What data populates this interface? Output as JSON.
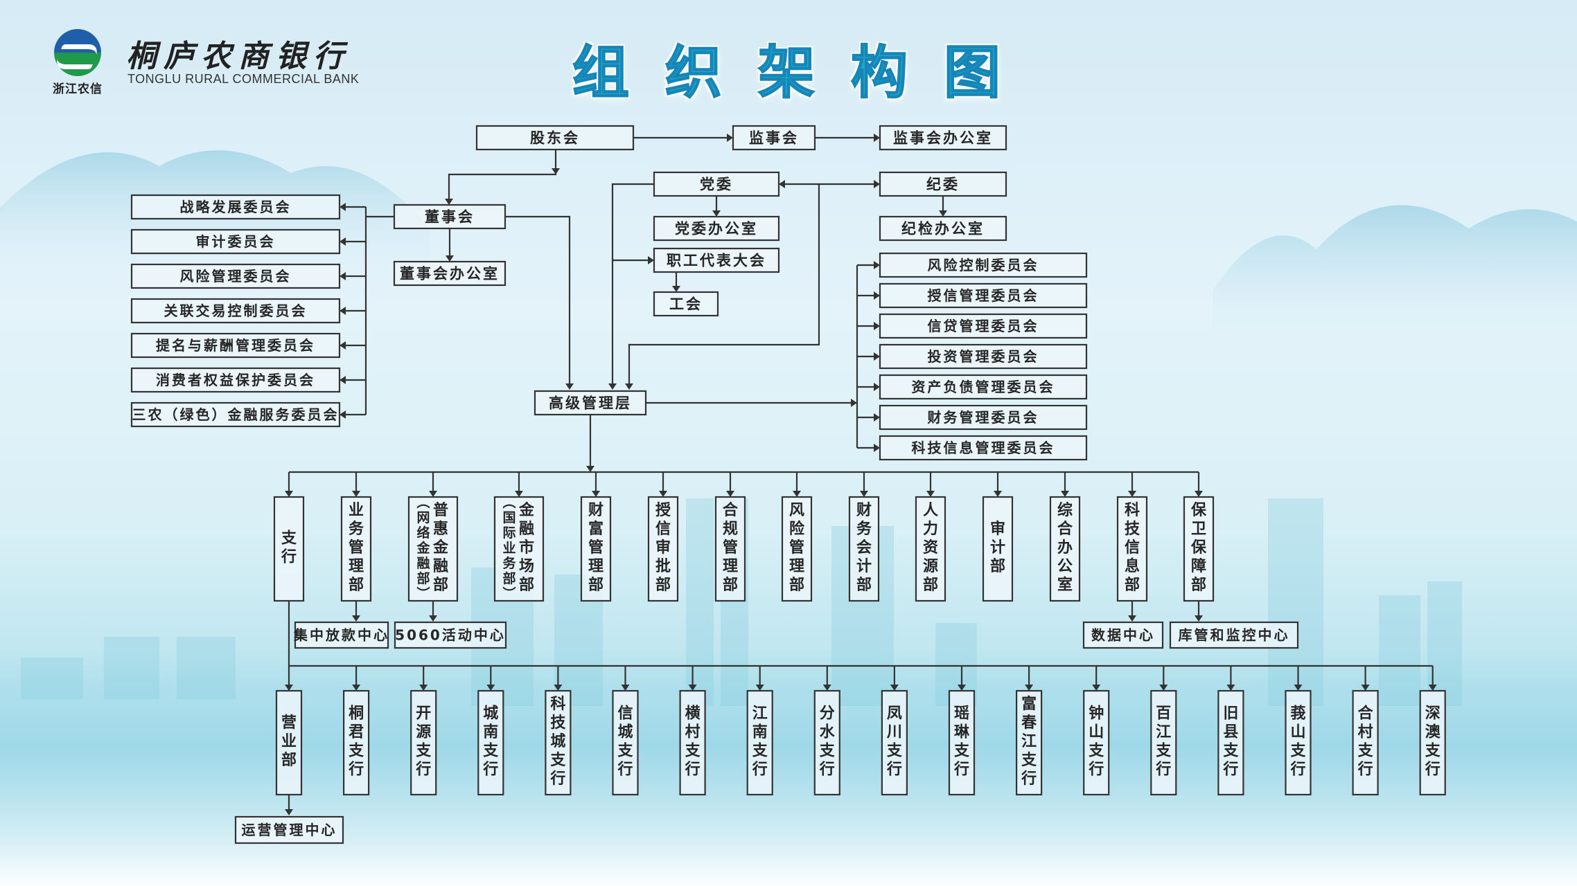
{
  "header": {
    "logo_label": "浙江农信",
    "bank_name_cn": "桐庐农商银行",
    "bank_name_en": "TONGLU RURAL COMMERCIAL BANK",
    "title": "组织架构图"
  },
  "colors": {
    "title": "#1ea7c8",
    "box_border": "#333333",
    "box_fill": "#ecf6fa",
    "logo_blue": "#1f5ea8",
    "logo_green": "#1e9a4a"
  },
  "governance": {
    "shareholders": "股东会",
    "supervisory_board": "监事会",
    "supervisory_office": "监事会办公室",
    "board": "董事会",
    "board_office": "董事会办公室",
    "party_committee": "党委",
    "party_office": "党委办公室",
    "workers_congress": "职工代表大会",
    "trade_union": "工会",
    "discipline_committee": "纪委",
    "discipline_office": "纪检办公室",
    "senior_management": "高级管理层"
  },
  "board_committees": [
    "战略发展委员会",
    "审计委员会",
    "风险管理委员会",
    "关联交易控制委员会",
    "提名与薪酬管理委员会",
    "消费者权益保护委员会",
    "三农（绿色）金融服务委员会"
  ],
  "management_committees": [
    "风险控制委员会",
    "授信管理委员会",
    "信贷管理委员会",
    "投资管理委员会",
    "资产负债管理委员会",
    "财务管理委员会",
    "科技信息管理委员会"
  ],
  "departments": [
    {
      "name": "支行"
    },
    {
      "name": "业务管理部",
      "sub": "集中放款中心"
    },
    {
      "name": "普惠金融部",
      "note": "（网络金融部）",
      "sub": "5060活动中心"
    },
    {
      "name": "金融市场部",
      "note": "（国际业务部）"
    },
    {
      "name": "财富管理部"
    },
    {
      "name": "授信审批部"
    },
    {
      "name": "合规管理部"
    },
    {
      "name": "风险管理部"
    },
    {
      "name": "财务会计部"
    },
    {
      "name": "人力资源部"
    },
    {
      "name": "审计部"
    },
    {
      "name": "综合办公室"
    },
    {
      "name": "科技信息部",
      "sub": "数据中心"
    },
    {
      "name": "保卫保障部",
      "sub": "库管和监控中心"
    }
  ],
  "branches": [
    {
      "name": "营业部",
      "sub": "运营管理中心"
    },
    {
      "name": "桐君支行"
    },
    {
      "name": "开源支行"
    },
    {
      "name": "城南支行"
    },
    {
      "name": "科技城支行"
    },
    {
      "name": "信城支行"
    },
    {
      "name": "横村支行"
    },
    {
      "name": "江南支行"
    },
    {
      "name": "分水支行"
    },
    {
      "name": "凤川支行"
    },
    {
      "name": "瑶琳支行"
    },
    {
      "name": "富春江支行"
    },
    {
      "name": "钟山支行"
    },
    {
      "name": "百江支行"
    },
    {
      "name": "旧县支行"
    },
    {
      "name": "莪山支行"
    },
    {
      "name": "合村支行"
    },
    {
      "name": "深澳支行"
    }
  ]
}
